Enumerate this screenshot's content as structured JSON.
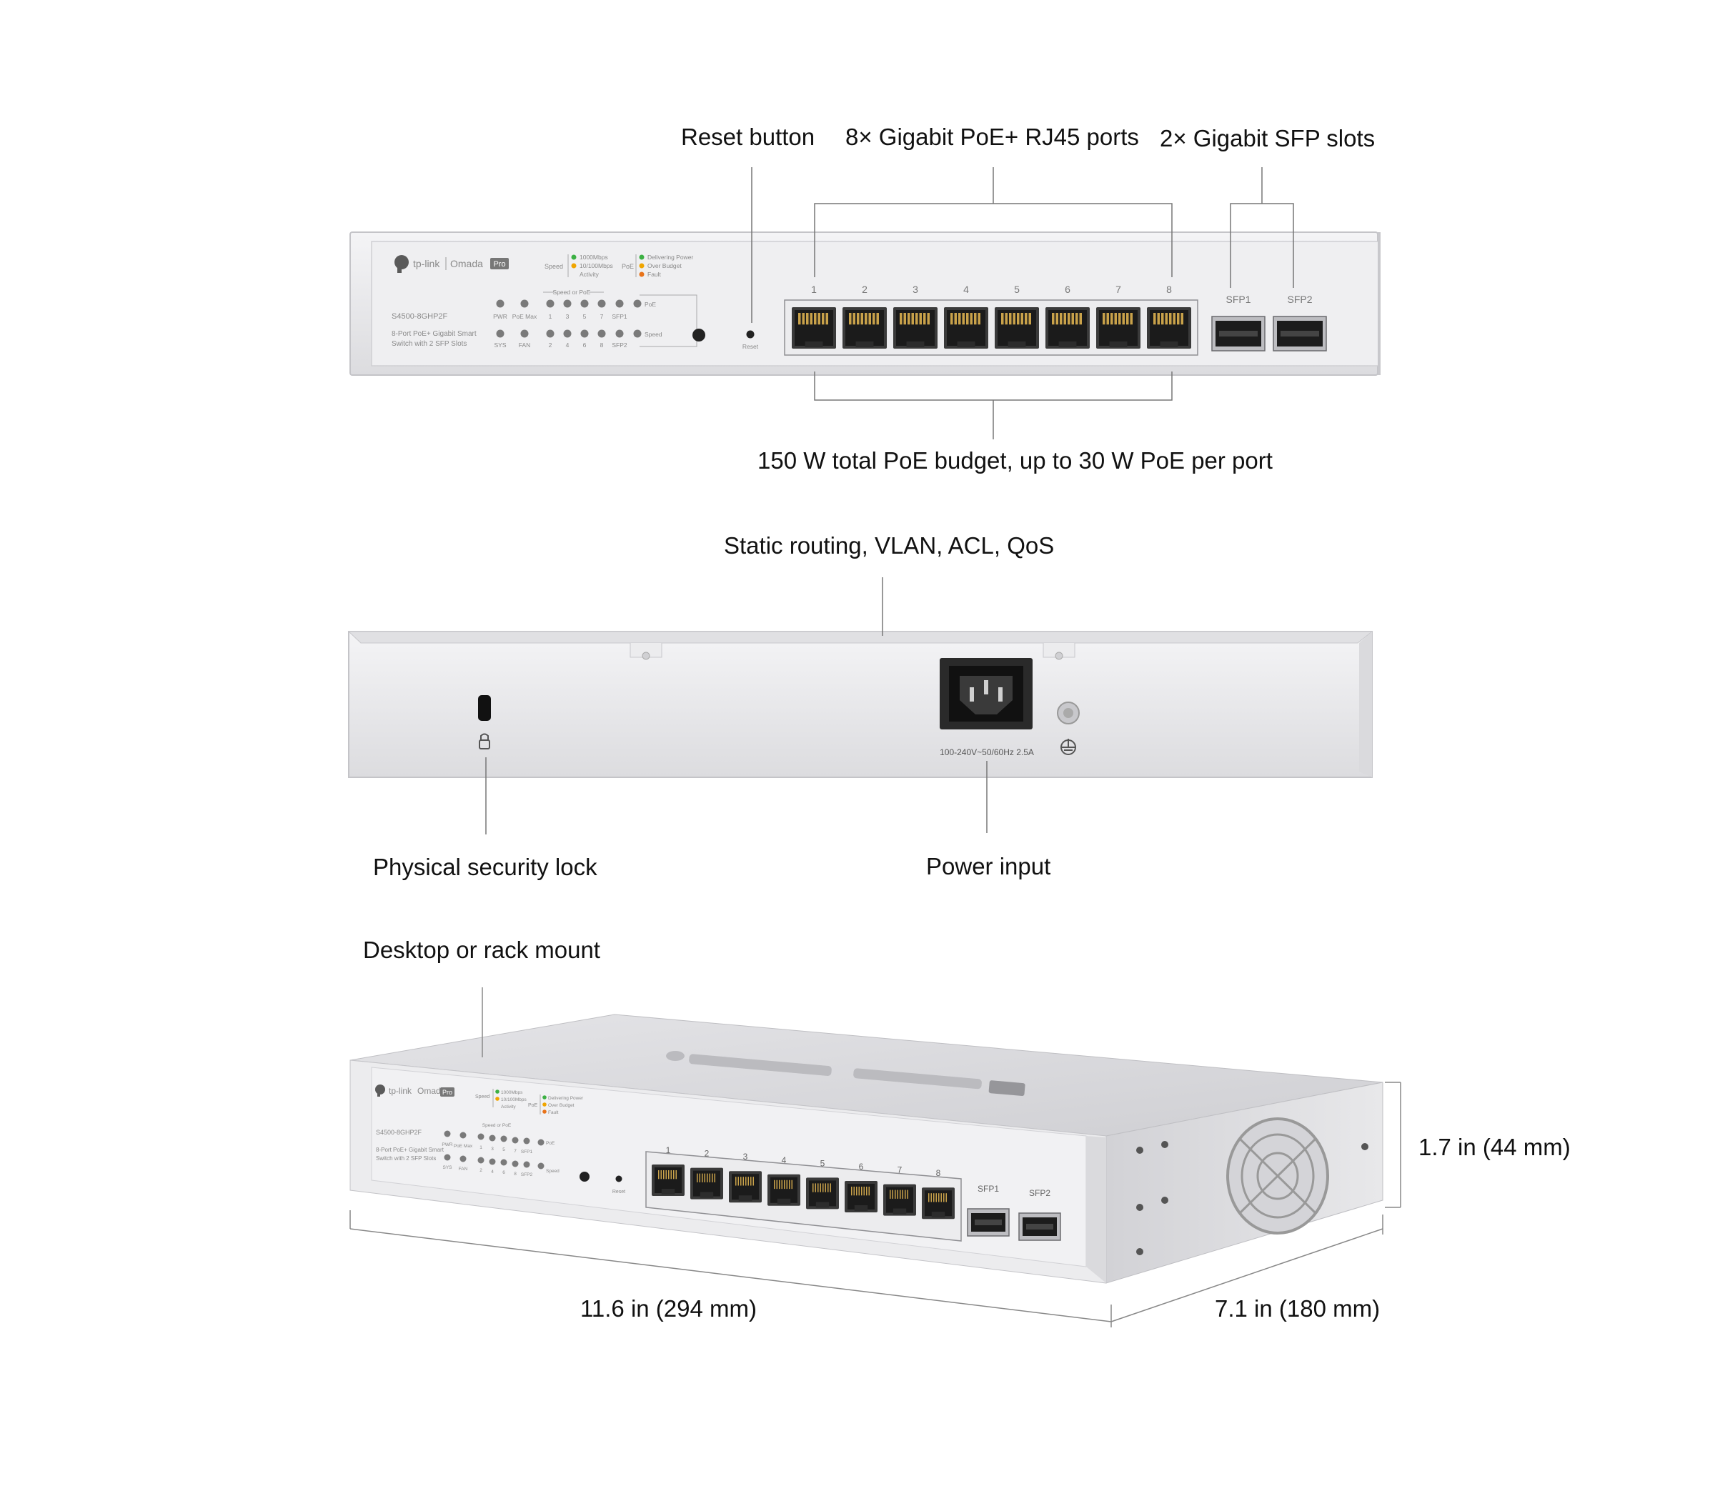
{
  "device": {
    "brand": "tp-link",
    "product_line": "Omada",
    "product_badge": "Pro",
    "model": "S4500-8GHP2F",
    "description_line1": "8-Port PoE+ Gigabit Smart",
    "description_line2": "Switch with 2 SFP Slots",
    "power_rating": "100-240V~50/60Hz  2.5A",
    "led_labels": {
      "pwr": "PWR",
      "poe_max": "PoE Max",
      "sys": "SYS",
      "fan": "FAN",
      "speed_or_poe": "Speed or PoE",
      "top_ports": [
        "1",
        "3",
        "5",
        "7",
        "SFP1"
      ],
      "bottom_ports": [
        "2",
        "4",
        "6",
        "8",
        "SFP2"
      ],
      "poe_mode": "PoE",
      "speed_mode": "Speed"
    },
    "legend": {
      "speed_title": "Speed",
      "speed_items": [
        "1000Mbps",
        "10/100Mbps",
        "Activity"
      ],
      "poe_title": "PoE",
      "poe_items": [
        "Delivering Power",
        "Over Budget",
        "Fault"
      ]
    },
    "reset_label": "Reset",
    "port_numbers": [
      "1",
      "2",
      "3",
      "4",
      "5",
      "6",
      "7",
      "8"
    ],
    "sfp_labels": [
      "SFP1",
      "SFP2"
    ]
  },
  "callouts": {
    "reset_button": "Reset button",
    "rj45_ports": "8× Gigabit PoE+ RJ45 ports",
    "sfp_slots": "2× Gigabit SFP slots",
    "poe_budget": "150 W total PoE budget, up to 30 W PoE per port",
    "features": "Static routing, VLAN, ACL, QoS",
    "security_lock": "Physical security lock",
    "power_input": "Power input",
    "mount": "Desktop or rack mount",
    "height": "1.7 in (44 mm)",
    "width": "11.6 in (294 mm)",
    "depth": "7.1 in (180 mm)"
  },
  "colors": {
    "led_green": "#3cb043",
    "led_amber": "#f0a500",
    "led_orange": "#e8731a",
    "chassis": "#e6e6e8",
    "panel": "#f1f1f3",
    "leader_line": "#777777",
    "port_black": "#1f1f1f"
  }
}
